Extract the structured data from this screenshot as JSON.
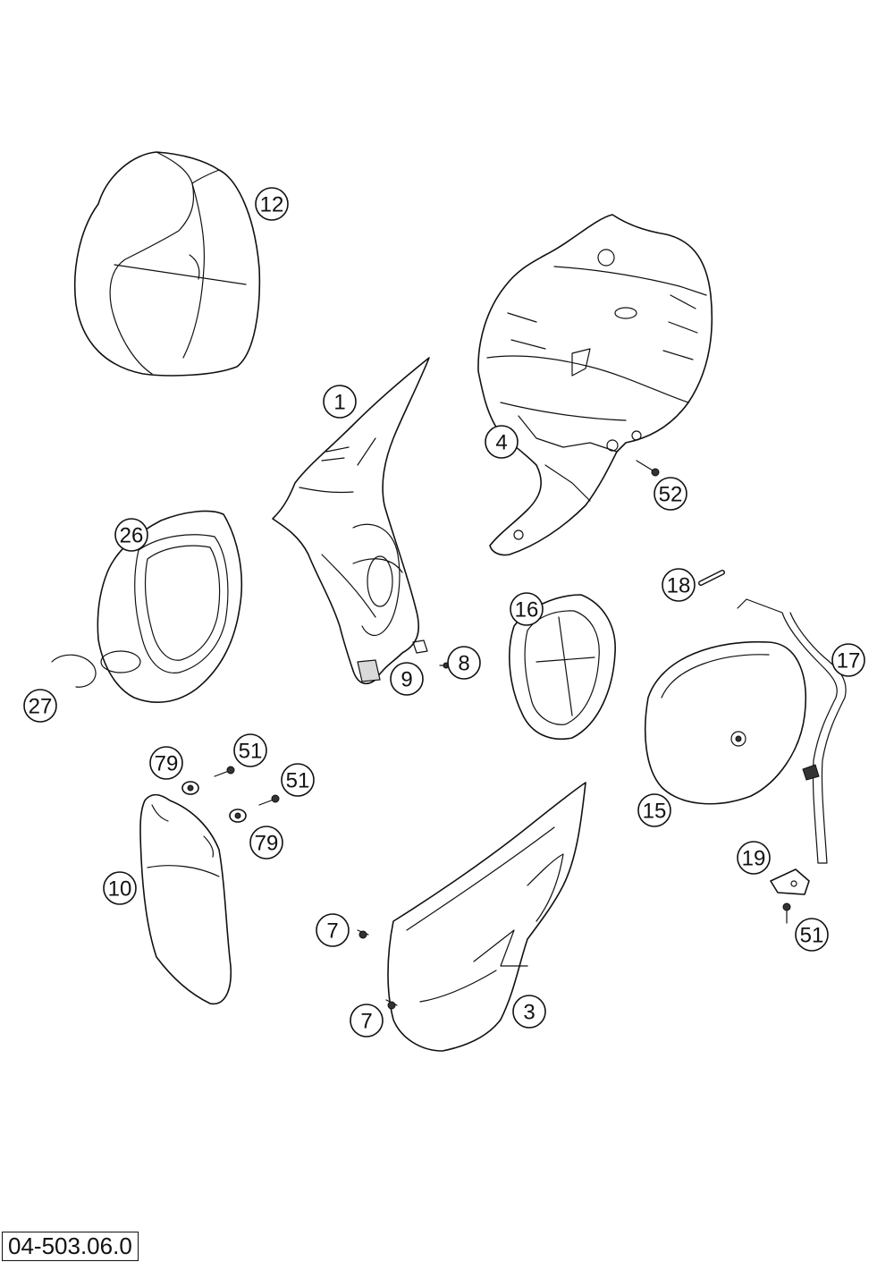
{
  "drawing_code": "04-503.06.0",
  "callouts": [
    {
      "id": "c12a",
      "label": "12"
    },
    {
      "id": "c1",
      "label": "1"
    },
    {
      "id": "c4",
      "label": "4"
    },
    {
      "id": "c52",
      "label": "52"
    },
    {
      "id": "c26",
      "label": "26"
    },
    {
      "id": "c18",
      "label": "18"
    },
    {
      "id": "c16",
      "label": "16"
    },
    {
      "id": "c8",
      "label": "8"
    },
    {
      "id": "c17",
      "label": "17"
    },
    {
      "id": "c9",
      "label": "9"
    },
    {
      "id": "c27",
      "label": "27"
    },
    {
      "id": "c79a",
      "label": "79"
    },
    {
      "id": "c51a",
      "label": "51"
    },
    {
      "id": "c51b",
      "label": "51"
    },
    {
      "id": "c15",
      "label": "15"
    },
    {
      "id": "c79b",
      "label": "79"
    },
    {
      "id": "c10",
      "label": "10"
    },
    {
      "id": "c19",
      "label": "19"
    },
    {
      "id": "c7a",
      "label": "7"
    },
    {
      "id": "c51c",
      "label": "51"
    },
    {
      "id": "c3",
      "label": "3"
    },
    {
      "id": "c7b",
      "label": "7"
    }
  ]
}
